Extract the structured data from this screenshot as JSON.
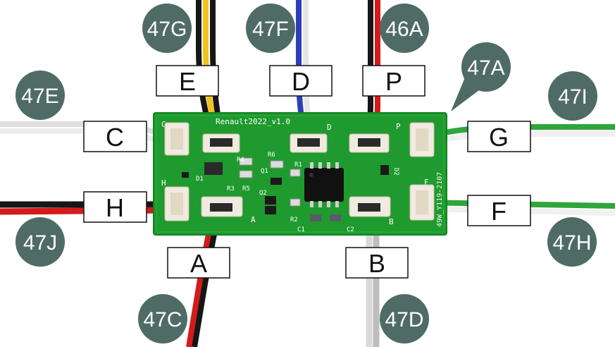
{
  "board": {
    "silkscreen_title": "Renault2022_v1.0",
    "silkscreen_side": "49W_Y119-2107",
    "port_letters": [
      "C",
      "E",
      "D",
      "P",
      "G",
      "H",
      "A",
      "B",
      "F"
    ],
    "component_refs": [
      "R4",
      "R6",
      "D1",
      "Q1",
      "R3",
      "R5",
      "Q2",
      "R1",
      "R2",
      "C1",
      "C2",
      "D2"
    ]
  },
  "labels": {
    "E": "E",
    "D": "D",
    "P": "P",
    "C": "C",
    "G": "G",
    "H": "H",
    "F": "F",
    "A": "A",
    "B": "B"
  },
  "badges": {
    "47G": "47G",
    "47F": "47F",
    "46A": "46A",
    "47A": "47A",
    "47E": "47E",
    "47I": "47I",
    "47J": "47J",
    "47H": "47H",
    "47C": "47C",
    "47D": "47D"
  },
  "colors": {
    "badge": "#4f6b65",
    "badge_text": "#ffffff",
    "pcb": "#1f9a2e",
    "pcb_dark": "#17801f",
    "connector": "#f1eadf",
    "wire_white": "#e6e6e6",
    "wire_black": "#161616",
    "wire_red": "#d41a1a",
    "wire_yellow": "#f2c21b",
    "wire_blue": "#2d3fb8",
    "wire_green": "#2ea63b",
    "label_border": "#111111"
  }
}
